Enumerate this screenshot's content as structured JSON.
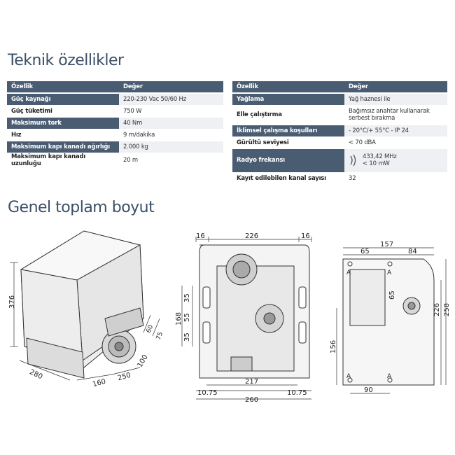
{
  "section1_title": "Teknik özellikler",
  "section2_title": "Genel toplam boyut",
  "table_left": {
    "headers": [
      "Özellik",
      "Değer"
    ],
    "rows": [
      [
        "Güç kaynağı",
        "220-230 Vac 50/60 Hz"
      ],
      [
        "Güç tüketimi",
        "750 W"
      ],
      [
        "Maksimum tork",
        "40 Nm"
      ],
      [
        "Hız",
        "9 m/dakika"
      ],
      [
        "Maksimum kapı kanadı ağırlığı",
        "2.000 kg"
      ],
      [
        "Maksimum kapı kanadı uzunluğu",
        "20 m"
      ]
    ]
  },
  "table_right": {
    "headers": [
      "Özellik",
      "Değer"
    ],
    "rows": [
      [
        "Yağlama",
        "Yağ haznesi ile"
      ],
      [
        "Elle çalıştırma",
        "Bağımsız anahtar kullanarak serbest bırakma"
      ],
      [
        "İklimsel çalışma koşulları",
        "- 20°C/+ 55°C - IP 24"
      ],
      [
        "Gürültü seviyesi",
        "< 70 dBA"
      ],
      [
        "Radyo frekansı",
        "433,42 MHz",
        "< 10 mW"
      ],
      [
        "Kayıt edilebilen kanal sayısı",
        "32"
      ]
    ]
  },
  "dims_iso": {
    "height": "376",
    "depth": "280",
    "d160": "160",
    "d250": "250",
    "d100": "100",
    "d60": "60",
    "d75": "75"
  },
  "dims_front": {
    "top_left": "16",
    "top_mid": "226",
    "top_right": "16",
    "h35a": "35",
    "h55": "55",
    "h35b": "35",
    "h168": "168",
    "b217": "217",
    "b1075a": "10.75",
    "b1075b": "10.75",
    "b260": "260"
  },
  "dims_plan": {
    "top157": "157",
    "d65": "65",
    "d84": "84",
    "v65": "65",
    "v226": "226",
    "v258": "258",
    "v156": "156",
    "b90": "90",
    "letter_a": "A"
  }
}
